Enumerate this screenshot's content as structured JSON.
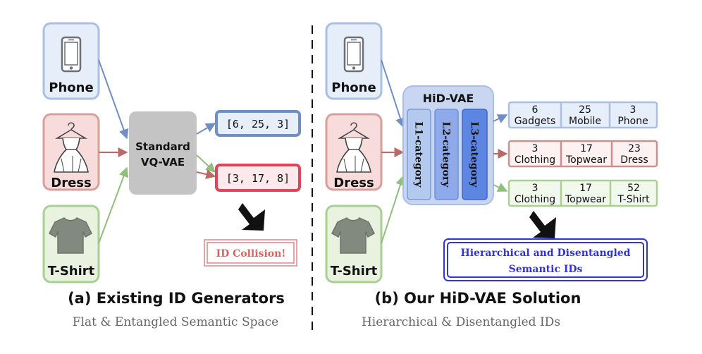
{
  "left": {
    "inputs": {
      "phone": "Phone",
      "dress": "Dress",
      "tshirt": "T-Shirt"
    },
    "encoder": [
      "Standard",
      "VQ-VAE"
    ],
    "outputs": [
      "[6, 25, 3]",
      "[3, 17, 8]"
    ],
    "collision": "ID Collision!",
    "title": "(a) Existing ID Generators",
    "subtitle": "Flat & Entangled Semantic Space"
  },
  "right": {
    "inputs": {
      "phone": "Phone",
      "dress": "Dress",
      "tshirt": "T-Shirt"
    },
    "encoder_title": "HiD-VAE",
    "categories": [
      "L1-category",
      "L2-category",
      "L3-category"
    ],
    "id_rows": [
      [
        {
          "num": "6",
          "name": "Gadgets"
        },
        {
          "num": "25",
          "name": "Mobile"
        },
        {
          "num": "3",
          "name": "Phone"
        }
      ],
      [
        {
          "num": "3",
          "name": "Clothing"
        },
        {
          "num": "17",
          "name": "Topwear"
        },
        {
          "num": "23",
          "name": "Dress"
        }
      ],
      [
        {
          "num": "3",
          "name": "Clothing"
        },
        {
          "num": "17",
          "name": "Topwear"
        },
        {
          "num": "52",
          "name": "T-Shirt"
        }
      ]
    ],
    "result": [
      "Hierarchical and Disentangled",
      "Semantic IDs"
    ],
    "title": "(b) Our HiD-VAE Solution",
    "subtitle": "Hierarchical & Disentangled IDs"
  },
  "colors": {
    "blue": "#6f8fc4",
    "blue_fill": "#e6eefa",
    "red": "#c97d78",
    "red_fill": "#f8dcdb",
    "green": "#8fbf7a",
    "green_fill": "#e8f2df",
    "grey": "#c4c4c4",
    "collision_red": "#e0435a",
    "id_blue": "#3333dd"
  }
}
